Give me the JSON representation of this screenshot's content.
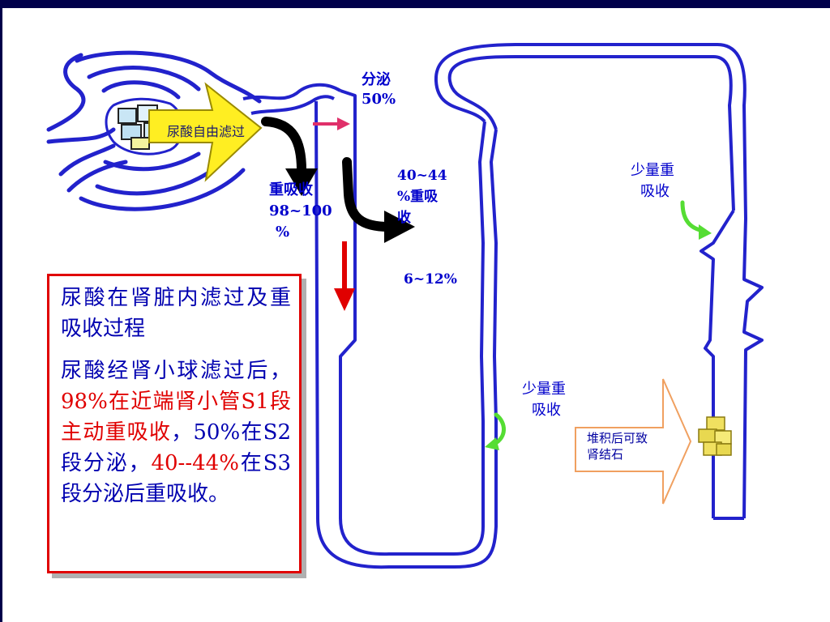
{
  "labels": {
    "filter": "尿酸自由滤过",
    "secretion_line1": "分泌",
    "secretion_line2": "50%",
    "reabsorb_s1_line1": "重吸收",
    "reabsorb_s1_line2": "98~100",
    "reabsorb_s1_line3": "%",
    "reabsorb_s3_line1": "40~44",
    "reabsorb_s3_line2": "%重吸",
    "reabsorb_s3_line3": "收",
    "percent_6_12": "6~12%",
    "minor_reabsorb_upper_line1": "少量重",
    "minor_reabsorb_upper_line2": "吸收",
    "minor_reabsorb_lower_line1": "少量重",
    "minor_reabsorb_lower_line2": "吸收",
    "stone_line1": "堆积后可致",
    "stone_line2": "肾结石"
  },
  "textbox": {
    "heading": "尿酸在肾脏内滤过及重吸收过程",
    "body_part1": "尿酸经肾小球滤过后，",
    "body_red1": "98%在近端肾小管S1段主动重吸收",
    "body_part2": "，50%在S2段分泌，",
    "body_red2": "40--44%",
    "body_part3": "在S3段分泌后重吸收。"
  },
  "colors": {
    "tubule": "#2222cc",
    "frame": "#00004a",
    "accent_red": "#e00000",
    "pink_arrow": "#e0306a",
    "green_arrow": "#55dd33",
    "yellow_arrow": "#ffee22",
    "crystal": "#f0e060"
  },
  "icons": [
    "filtration-arrow-icon",
    "reabsorption-arrow-icon",
    "secretion-arrow-icon",
    "downflow-arrow-icon",
    "green-reabsorb-arrow-icon",
    "kidney-stone-icon"
  ]
}
